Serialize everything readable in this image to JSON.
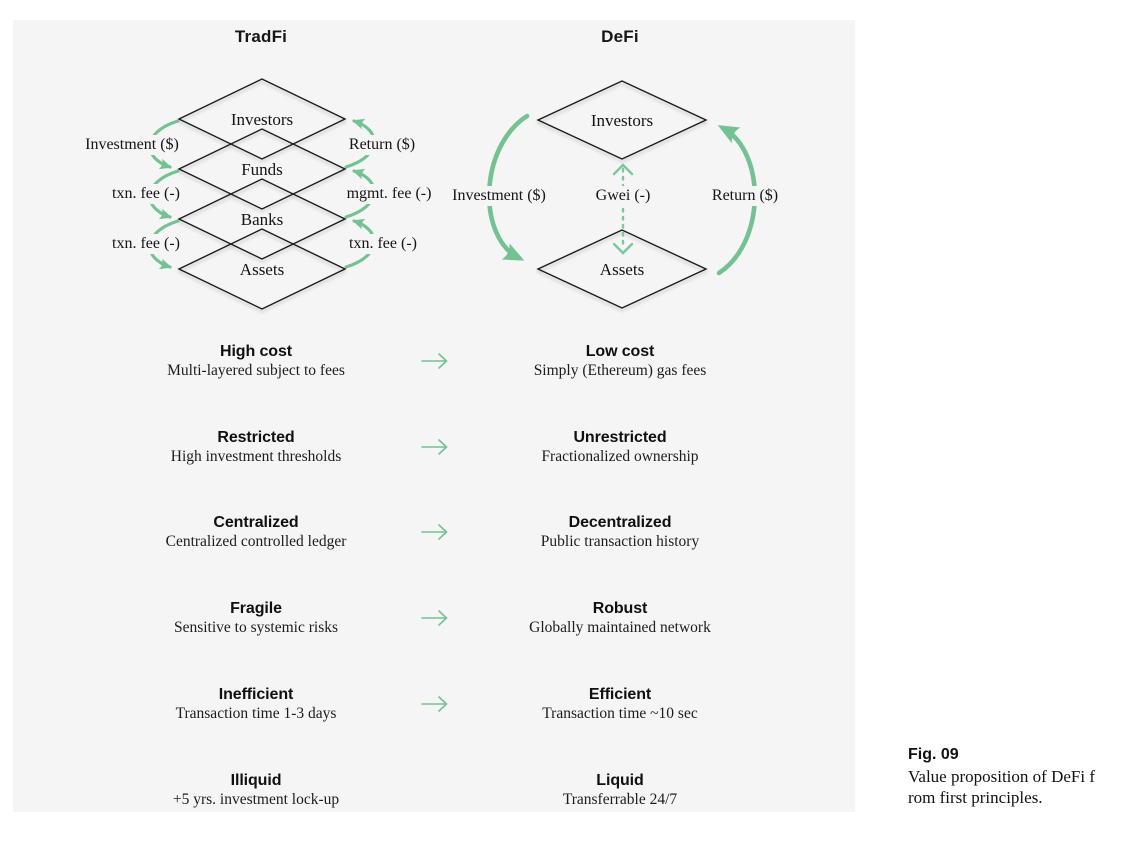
{
  "colors": {
    "accent": "#74c192",
    "panel": "#f5f5f5",
    "ink": "#161616"
  },
  "tradfi": {
    "title": "TradFi",
    "layers": [
      "Investors",
      "Funds",
      "Banks",
      "Assets"
    ],
    "left_labels": [
      "Investment ($)",
      "txn. fee (-)",
      "txn. fee (-)"
    ],
    "right_labels": [
      "Return ($)",
      "mgmt. fee (-)",
      "txn. fee (-)"
    ]
  },
  "defi": {
    "title": "DeFi",
    "layers": [
      "Investors",
      "Assets"
    ],
    "left_label": "Investment ($)",
    "center_label": "Gwei (-)",
    "right_label": "Return ($)"
  },
  "comparison": {
    "rows": [
      {
        "left": {
          "title": "High cost",
          "subtitle": "Multi-layered subject to fees"
        },
        "right": {
          "title": "Low cost",
          "subtitle": "Simply (Ethereum) gas fees"
        },
        "arrow": true
      },
      {
        "left": {
          "title": "Restricted",
          "subtitle": "High investment thresholds"
        },
        "right": {
          "title": "Unrestricted",
          "subtitle": "Fractionalized ownership"
        },
        "arrow": true
      },
      {
        "left": {
          "title": "Centralized",
          "subtitle": "Centralized controlled ledger"
        },
        "right": {
          "title": "Decentralized",
          "subtitle": "Public transaction history"
        },
        "arrow": true
      },
      {
        "left": {
          "title": "Fragile",
          "subtitle": "Sensitive to systemic risks"
        },
        "right": {
          "title": "Robust",
          "subtitle": "Globally maintained network"
        },
        "arrow": true
      },
      {
        "left": {
          "title": "Inefficient",
          "subtitle": "Transaction time 1-3 days"
        },
        "right": {
          "title": "Efficient",
          "subtitle": "Transaction time ~10 sec"
        },
        "arrow": true
      },
      {
        "left": {
          "title": "Illiquid",
          "subtitle": "+5 yrs. investment lock-up"
        },
        "right": {
          "title": "Liquid",
          "subtitle": "Transferrable 24/7"
        },
        "arrow": false
      }
    ]
  },
  "caption": {
    "fig": "Fig. 09",
    "lines": [
      "Value proposition of DeFi f",
      "rom first principles."
    ]
  }
}
